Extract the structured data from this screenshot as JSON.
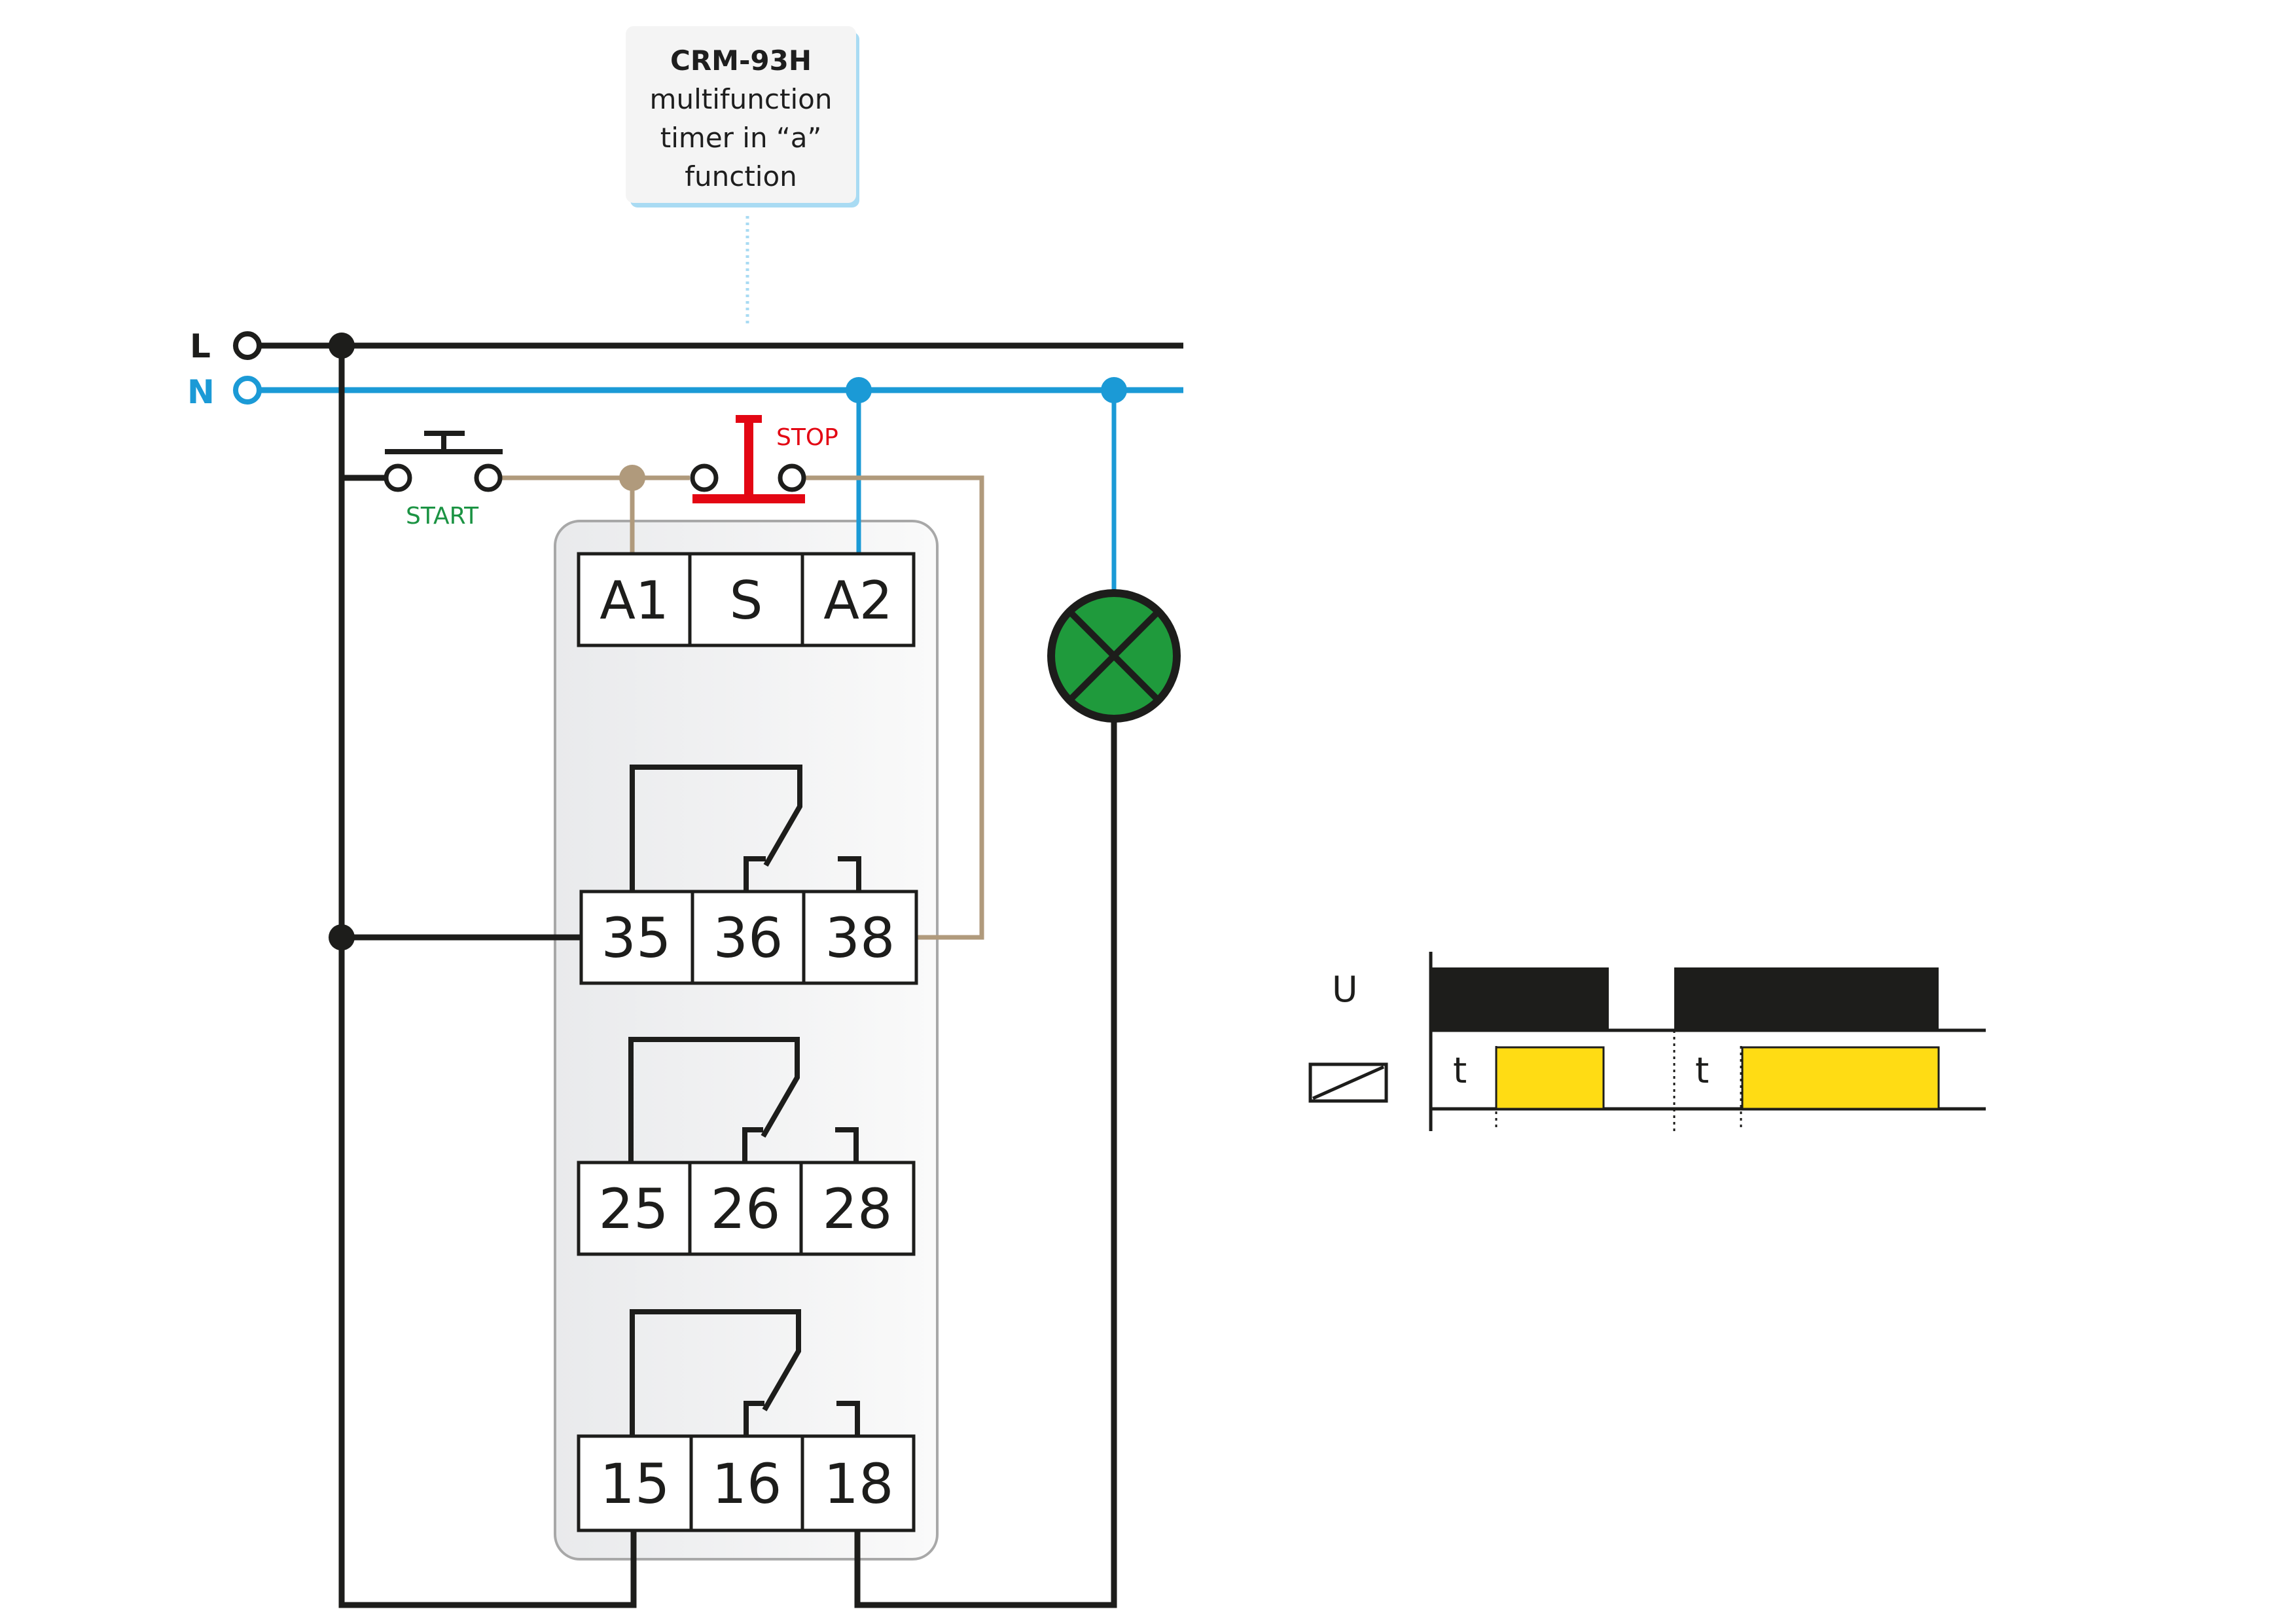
{
  "callout": {
    "title": "CRM-93H",
    "description": "multifunction\ntimer in “a”\nfunction"
  },
  "lines": {
    "L": "L",
    "N": "N"
  },
  "buttons": {
    "start": "START",
    "stop": "STOP"
  },
  "terminals": {
    "coil": [
      "A1",
      "S",
      "A2"
    ],
    "contact_row_1": [
      "35",
      "36",
      "38"
    ],
    "contact_row_2": [
      "25",
      "26",
      "28"
    ],
    "contact_row_3": [
      "15",
      "16",
      "18"
    ]
  },
  "timing": {
    "u_label": "U",
    "t_label_1": "t",
    "t_label_2": "t"
  },
  "colors": {
    "line_L": "#1d1d1b",
    "line_N": "#1b9ad6",
    "control_wire": "#b09a7c",
    "start": "#1b9343",
    "stop": "#e30613",
    "lamp": "#1f9a3c",
    "relay_active": "#ffdc14"
  }
}
